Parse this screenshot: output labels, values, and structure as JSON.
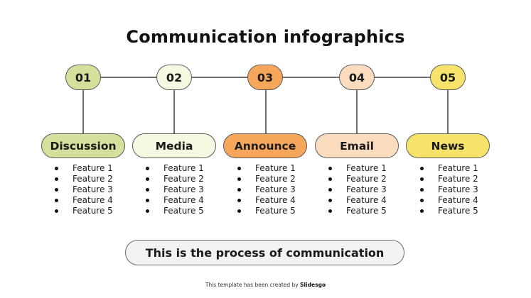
{
  "title": "Communication infographics",
  "steps": [
    {
      "number": "01",
      "label": "Discussion",
      "color": "#d4e09b",
      "features": [
        "Feature 1",
        "Feature 2",
        "Feature 3",
        "Feature 4",
        "Feature 5"
      ]
    },
    {
      "number": "02",
      "label": "Media",
      "color": "#f6f8e2",
      "features": [
        "Feature 1",
        "Feature 2",
        "Feature 3",
        "Feature 4",
        "Feature 5"
      ]
    },
    {
      "number": "03",
      "label": "Announce",
      "color": "#f7a75c",
      "features": [
        "Feature 1",
        "Feature 2",
        "Feature 3",
        "Feature 4",
        "Feature 5"
      ]
    },
    {
      "number": "04",
      "label": "Email",
      "color": "#fbdcbf",
      "features": [
        "Feature 1",
        "Feature 2",
        "Feature 3",
        "Feature 4",
        "Feature 5"
      ]
    },
    {
      "number": "05",
      "label": "News",
      "color": "#f7e36c",
      "features": [
        "Feature 1",
        "Feature 2",
        "Feature 3",
        "Feature 4",
        "Feature 5"
      ]
    }
  ],
  "footer_pill": "This is the process of communication",
  "credit": {
    "text": "This template has been created by ",
    "brand": "Slidesgo"
  }
}
